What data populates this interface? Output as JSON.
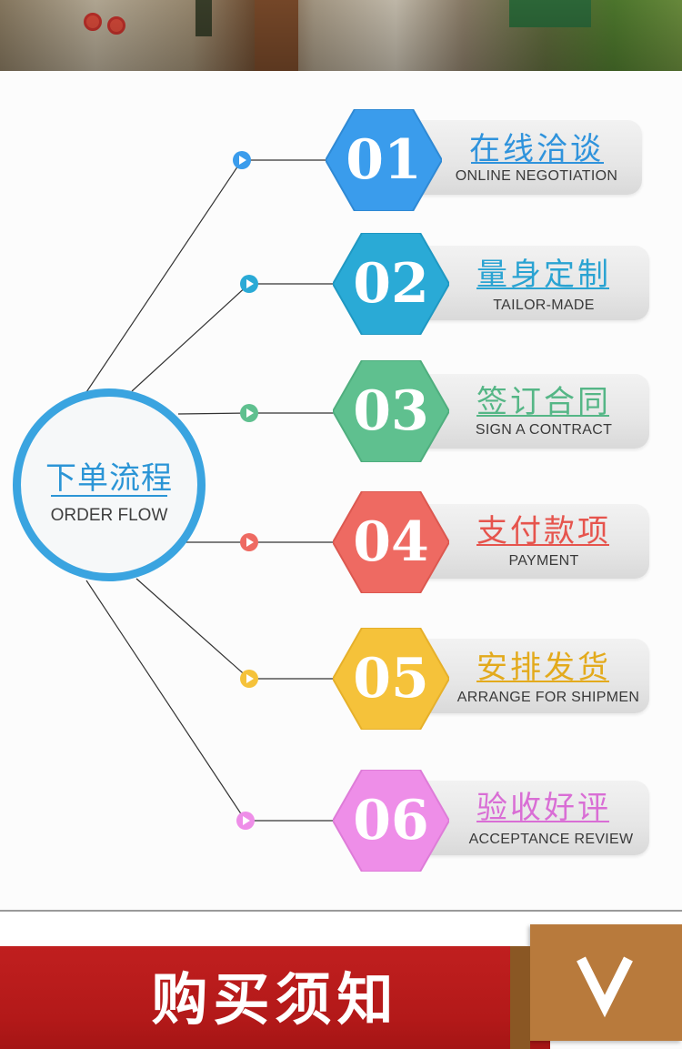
{
  "hub": {
    "title": "下单流程",
    "subtitle": "ORDER FLOW",
    "color": "#3aa4e0"
  },
  "steps": [
    {
      "number": "01",
      "title": "在线洽谈",
      "subtitle": "ONLINE NEGOTIATION",
      "color": "#3a9cec",
      "text_color": "#2f93dc"
    },
    {
      "number": "02",
      "title": "量身定制",
      "subtitle": "TAILOR-MADE",
      "color": "#2aaad6",
      "text_color": "#2aa3d2"
    },
    {
      "number": "03",
      "title": "签订合同",
      "subtitle": "SIGN A CONTRACT",
      "color": "#5fc08f",
      "text_color": "#55b686"
    },
    {
      "number": "04",
      "title": "支付款项",
      "subtitle": "PAYMENT",
      "color": "#ee6a62",
      "text_color": "#e6544d"
    },
    {
      "number": "05",
      "title": "安排发货",
      "subtitle": "ARRANGE FOR SHIPMEN",
      "color": "#f5c23a",
      "text_color": "#e3aa1c"
    },
    {
      "number": "06",
      "title": "验收好评",
      "subtitle": "ACCEPTANCE REVIEW",
      "color": "#ee8ee8",
      "text_color": "#d96ed5"
    }
  ],
  "banner": {
    "title": "购买须知",
    "red": "#c01f1f",
    "accent": "#b87a3c",
    "icon": "chevron-down-icon"
  }
}
